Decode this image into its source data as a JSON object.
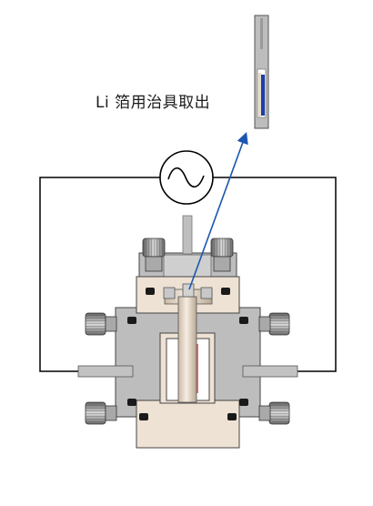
{
  "caption": {
    "text": "Li 箔用治具取出"
  },
  "colors": {
    "body_gray": "#b8b8b8",
    "beige": "#eee2d4",
    "separator_red": "#d43a3a",
    "arrow_blue": "#1c56b0",
    "wire": "#000000"
  },
  "icons": {
    "ac_source": "sine-wave-in-circle",
    "knob": "knurled-screw-knob"
  }
}
